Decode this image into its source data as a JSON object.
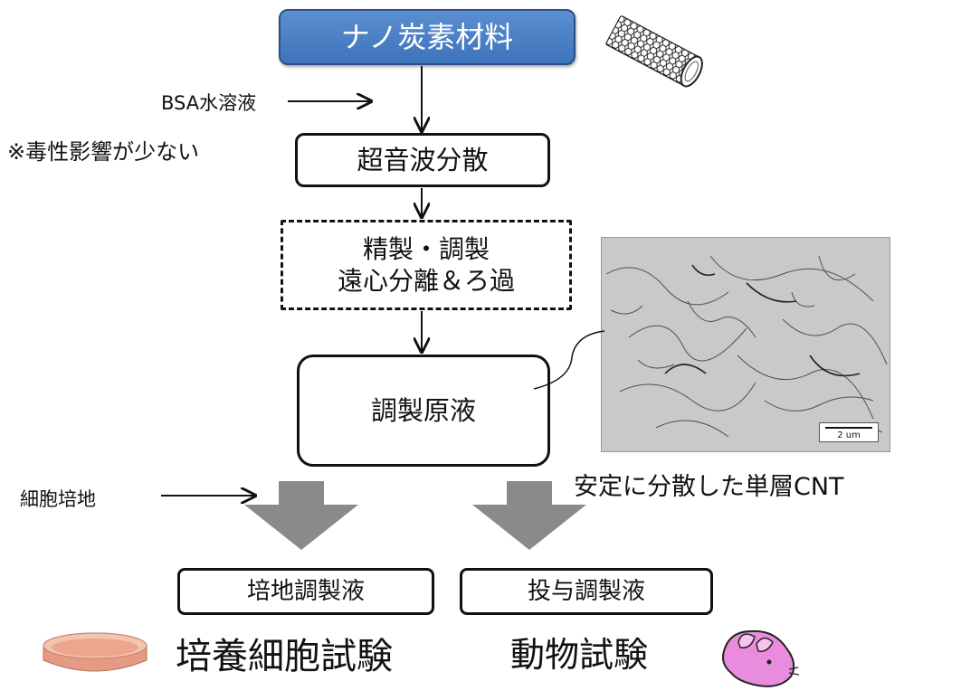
{
  "flow": {
    "material": "ナノ炭素材料",
    "dispersion": "超音波分散",
    "purify_line1": "精製・調製",
    "purify_line2": "遠心分離＆ろ過",
    "stock": "調製原液",
    "culture_prep": "培地調製液",
    "dose_prep": "投与調製液"
  },
  "inputs": {
    "bsa": "BSA水溶液",
    "note": "※毒性影響が少ない",
    "medium": "細胞培地"
  },
  "micrograph": {
    "scale_label": "2 um",
    "caption": "安定に分散した単層CNT"
  },
  "tests": {
    "culture": "培養細胞試験",
    "animal": "動物試験"
  },
  "icons": [
    "nanotube-icon",
    "petri-dish-icon",
    "mouse-icon"
  ],
  "colors": {
    "title_fill": "#4a80c6",
    "big_arrow": "#8a8a8a",
    "dish": "#e9a08a",
    "mouse": "#e98ad9"
  }
}
